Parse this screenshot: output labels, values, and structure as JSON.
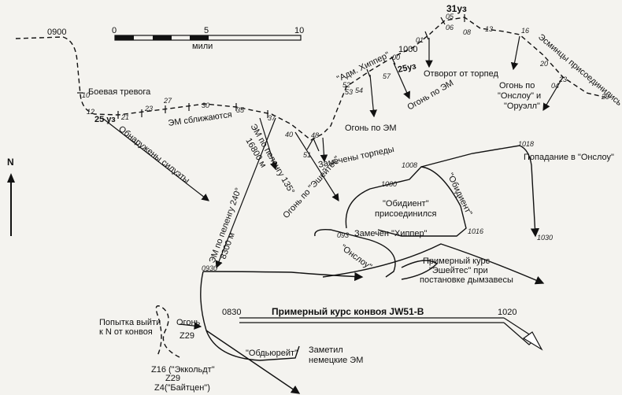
{
  "scale": {
    "ticks": [
      "0",
      "5",
      "10"
    ],
    "unit": "мили"
  },
  "north": "N",
  "times": {
    "t0900": "0900",
    "t10": "10",
    "t12": "12",
    "t21": "21",
    "t23": "23",
    "t27": "27",
    "t30": "30",
    "t35": "35",
    "t37": "37",
    "t40": "40",
    "t48": "48",
    "t51": "51",
    "t52": "52",
    "t53": "53",
    "t54": "54",
    "t57": "57",
    "t00": "00",
    "t1000": "1000",
    "t01": "01",
    "t05": "05",
    "t06": "06",
    "t08": "08",
    "t13": "13",
    "t16": "16",
    "t20": "20",
    "t23b": "23",
    "t29": "29",
    "t04": "04",
    "t1018": "1018",
    "t1008": "1008",
    "t1000b": "1000",
    "t093": "093",
    "t1016": "1016",
    "t1030": "1030",
    "t0930": "0930",
    "t0830": "0830",
    "t1020": "1020"
  },
  "labels": {
    "alarm": "Боевая тревога",
    "speed25": "25 уз",
    "silhouettes": "Обнаружены силуэты",
    "destroyers_close": "ЭМ сближаются",
    "bearing135": "ЭМ по пеленгу 135°",
    "dist16800": "16800 м",
    "bearing240": "ЭМ по пеленгу 240°",
    "dist8300": "8300 м",
    "torpedoes_spotted": "Замечены торпеды",
    "fire_achates": "Огонь по \"Эшейтес\"",
    "hipper": "\"Адм. Хиппер\"",
    "speed25b": "25уз",
    "fire_dd": "Огонь по ЭМ",
    "fire_dd2": "Огонь по ЭМ",
    "turn_away": "Отворот от торпед",
    "speed31": "31уз",
    "destroyers_joined": "Эсминцы присоединились",
    "fire_onslow_orwell_1": "Огонь по",
    "fire_onslow_orwell_2": "\"Онслоу\" и",
    "fire_onslow_orwell_3": "\"Оруэлл\"",
    "hit_onslow": "Попадание в \"Онслоу\"",
    "obedient_joined_1": "\"Обидиент\"",
    "obedient_joined_2": "присоединился",
    "obedient_side": "\"Обидиент\"",
    "hipper_spotted": "Замечен \"Хиппер\"",
    "onslow": "\"Онслоу\"",
    "achates_course_1": "Примерный курс",
    "achates_course_2": "\"Эшейтес\" при",
    "achates_course_3": "постановке дымзавесы",
    "convoy_course": "Примерный курс конвоя JW51-B",
    "escape_1": "Попытка выйти",
    "escape_2": "к N от конвоя",
    "fire_z29_1": "Огонь",
    "fire_z29_2": "Z29",
    "obdurate": "\"Обдьюрейт\"",
    "noticed_1": "Заметил",
    "noticed_2": "немецкие ЭМ",
    "z16_1": "Z16 (\"Эккольдт\"",
    "z16_2": "Z29",
    "z16_3": "Z4(\"Байтцен\")"
  }
}
